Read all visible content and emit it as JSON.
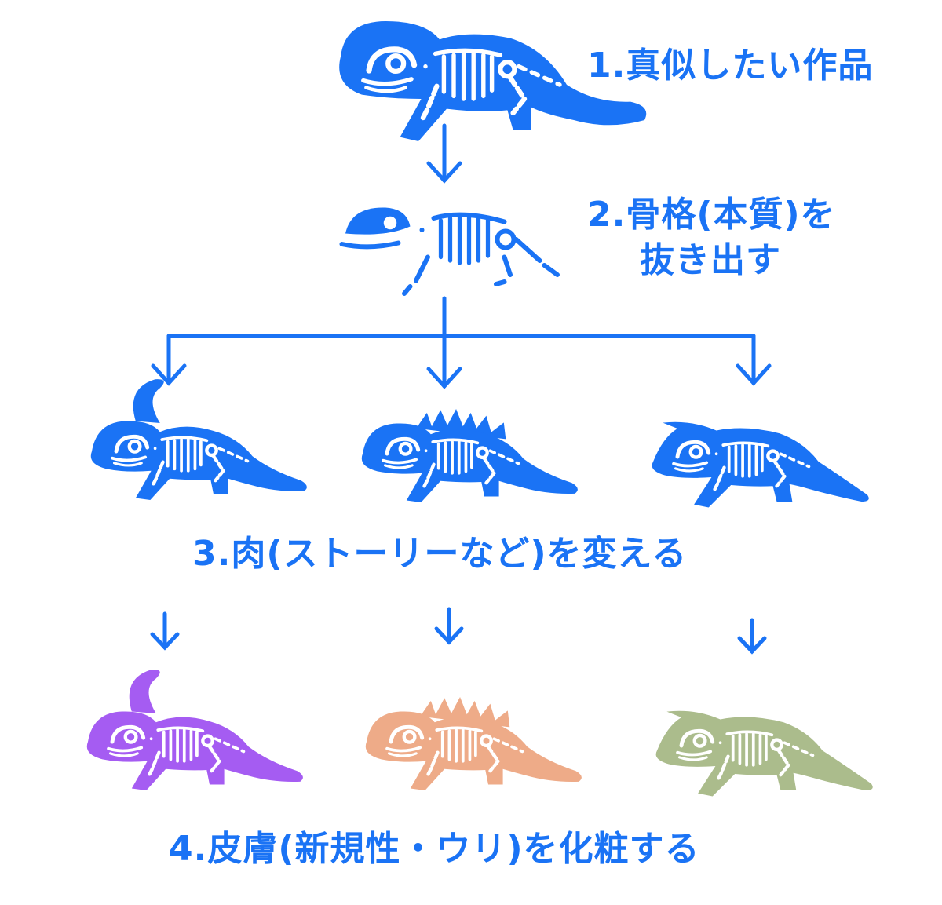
{
  "diagram": {
    "steps": {
      "step1": "1.真似したい作品",
      "step2_line1": "2.骨格(本質)を",
      "step2_line2": "抜き出す",
      "step3": "3.肉(ストーリーなど)を変える",
      "step4": "4.皮膚(新規性・ウリ)を化粧する"
    },
    "colors": {
      "primary": "#1a73f5",
      "purple": "#a55cf2",
      "salmon": "#eeab88",
      "sage": "#abbc8c",
      "bone": "#ffffff"
    }
  }
}
